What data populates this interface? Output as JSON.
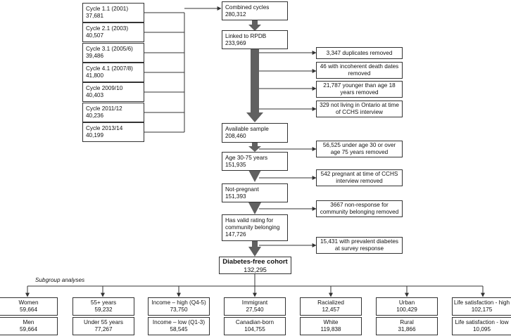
{
  "cycles": [
    {
      "label": "Cycle 1.1 (2001)",
      "n": "37,681"
    },
    {
      "label": "Cycle 2.1 (2003)",
      "n": "40,507"
    },
    {
      "label": "Cycle 3.1 (2005/6)",
      "n": "39,486"
    },
    {
      "label": "Cycle 4.1 (2007/8)",
      "n": "41,800"
    },
    {
      "label": "Cycle 2009/10",
      "n": "40,403"
    },
    {
      "label": "Cycle 2011/12",
      "n": "40,236"
    },
    {
      "label": "Cycle 2013/14",
      "n": "40,199"
    }
  ],
  "flow": [
    {
      "label": "Combined cycles",
      "n": "280,312"
    },
    {
      "label": "Linked to RPDB",
      "n": "233,969"
    },
    {
      "label": "Available sample",
      "n": "208,460"
    },
    {
      "label": "Age 30-75 years",
      "n": "151,935"
    },
    {
      "label": "Not-pregnant",
      "n": "151,393"
    },
    {
      "label": "Has valid rating for community belonging",
      "n": "147,726"
    }
  ],
  "cohort": {
    "label": "Diabetes-free cohort",
    "n": "132,295"
  },
  "exclusions": [
    "3,347 duplicates removed",
    "46 with incoherent death dates removed",
    "21,787 younger than age 18 years removed",
    "329 not living in Ontario at time of CCHS interview",
    "56,525 under age 30 or over age 75 years removed",
    "542 pregnant at time of CCHS interview removed",
    "3667 non-response for community belonging removed",
    "15,431 with prevalent diabetes at survey response"
  ],
  "subgroup_heading": "Subgroup analyses",
  "subgroups": [
    {
      "top": {
        "label": "Women",
        "n": "59,664"
      },
      "bottom": {
        "label": "Men",
        "n": "59,664"
      }
    },
    {
      "top": {
        "label": "55+ years",
        "n": "59,232"
      },
      "bottom": {
        "label": "Under 55 years",
        "n": "77,267"
      }
    },
    {
      "top": {
        "label": "Income – high (Q4-5)",
        "n": "73,750"
      },
      "bottom": {
        "label": "Income – low (Q1-3)",
        "n": "58,545"
      }
    },
    {
      "top": {
        "label": "Immigrant",
        "n": "27,540"
      },
      "bottom": {
        "label": "Canadian-born",
        "n": "104,755"
      }
    },
    {
      "top": {
        "label": "Racialized",
        "n": "12,457"
      },
      "bottom": {
        "label": "White",
        "n": "119,838"
      }
    },
    {
      "top": {
        "label": "Urban",
        "n": "100,429"
      },
      "bottom": {
        "label": "Rural",
        "n": "31,866"
      }
    },
    {
      "top": {
        "label": "Life satisfaction - high",
        "n": "102,175"
      },
      "bottom": {
        "label": "Life satisfaction - low",
        "n": "10,095"
      }
    }
  ],
  "colors": {
    "line": "#333333",
    "arrow": "#606060",
    "box_border": "#333333"
  }
}
